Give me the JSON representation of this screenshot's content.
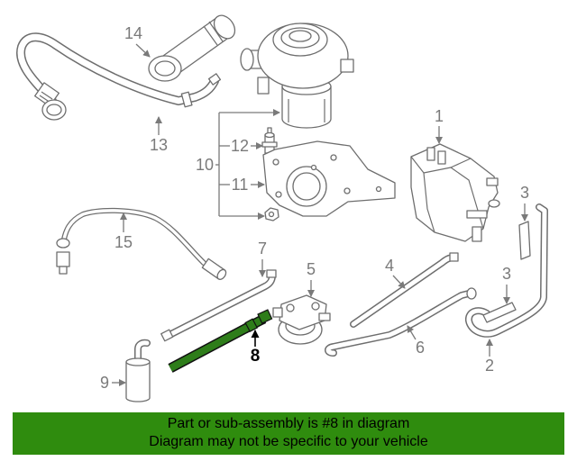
{
  "diagram": {
    "callouts": [
      "14",
      "13",
      "12",
      "10",
      "11",
      "1",
      "3",
      "15",
      "7",
      "5",
      "4",
      "3",
      "6",
      "8",
      "9",
      "2"
    ]
  },
  "banner": {
    "line1": "Part or sub-assembly is #8 in diagram",
    "line2": "Diagram may not be specific to your vehicle"
  },
  "colors": {
    "banner": "#2f8c0e",
    "highlight": "#2e7d1a",
    "line": "#6e6e6e",
    "callout_text": "#7a7a7a"
  }
}
